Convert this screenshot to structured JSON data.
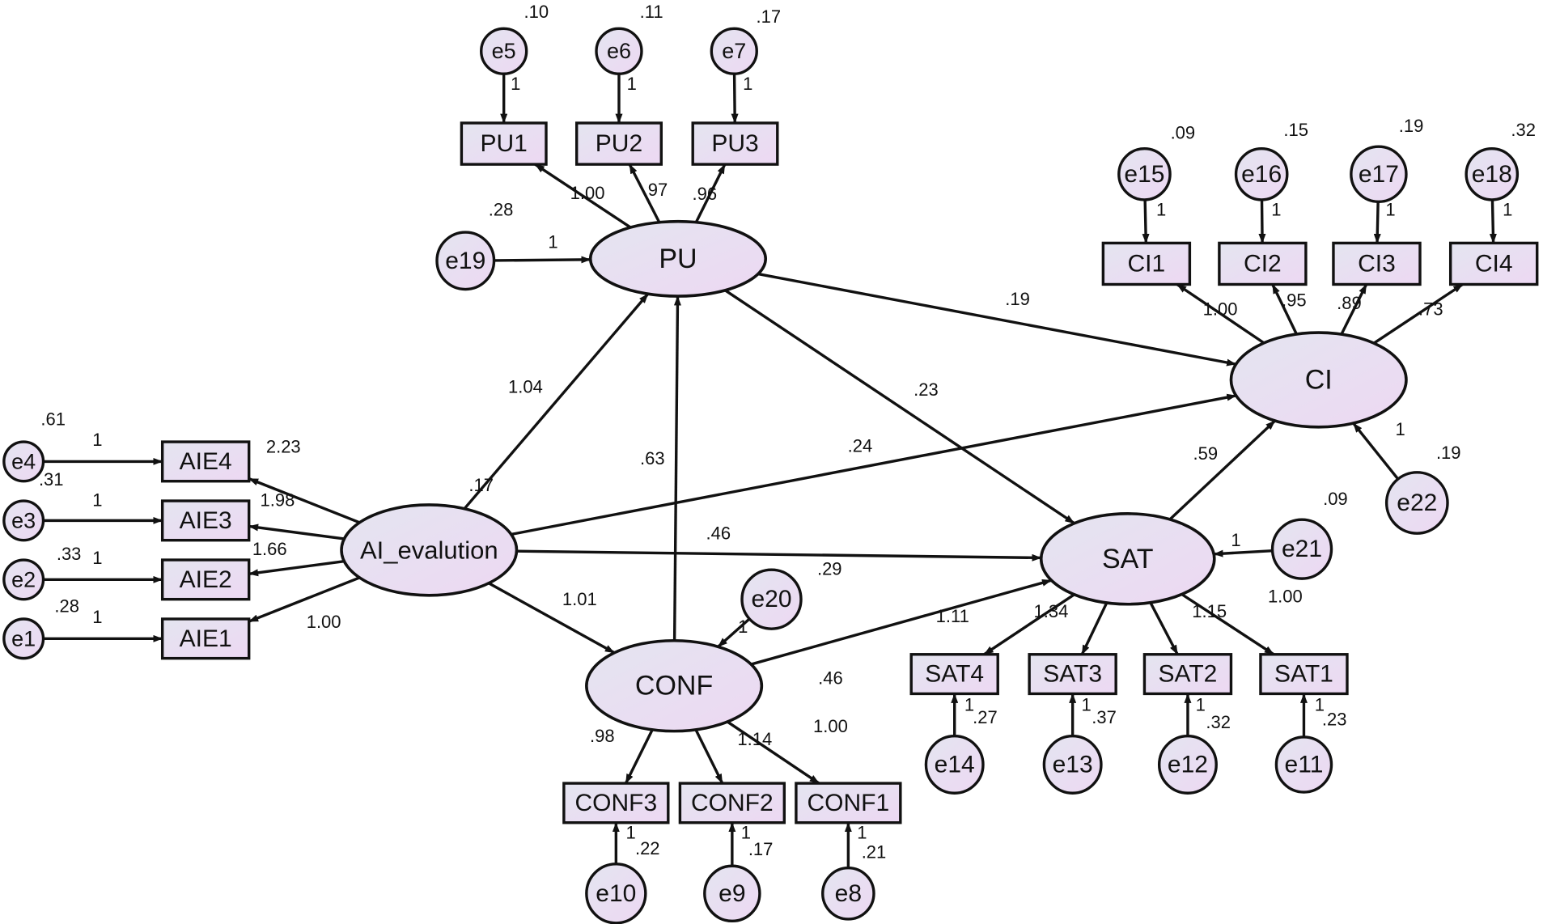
{
  "latent": [
    {
      "id": "PU",
      "label": "PU"
    },
    {
      "id": "CI",
      "label": "CI"
    },
    {
      "id": "AIE",
      "label": "AI_evalution"
    },
    {
      "id": "SAT",
      "label": "SAT"
    },
    {
      "id": "CONF",
      "label": "CONF"
    }
  ],
  "observed": [
    {
      "id": "PU1",
      "label": "PU1"
    },
    {
      "id": "PU2",
      "label": "PU2"
    },
    {
      "id": "PU3",
      "label": "PU3"
    },
    {
      "id": "CI1",
      "label": "CI1"
    },
    {
      "id": "CI2",
      "label": "CI2"
    },
    {
      "id": "CI3",
      "label": "CI3"
    },
    {
      "id": "CI4",
      "label": "CI4"
    },
    {
      "id": "AIE4",
      "label": "AIE4"
    },
    {
      "id": "AIE3",
      "label": "AIE3"
    },
    {
      "id": "AIE2",
      "label": "AIE2"
    },
    {
      "id": "AIE1",
      "label": "AIE1"
    },
    {
      "id": "SAT4",
      "label": "SAT4"
    },
    {
      "id": "SAT3",
      "label": "SAT3"
    },
    {
      "id": "SAT2",
      "label": "SAT2"
    },
    {
      "id": "SAT1",
      "label": "SAT1"
    },
    {
      "id": "CONF3",
      "label": "CONF3"
    },
    {
      "id": "CONF2",
      "label": "CONF2"
    },
    {
      "id": "CONF1",
      "label": "CONF1"
    }
  ],
  "errors": [
    {
      "id": "e5",
      "label": "e5",
      "variance": ".10"
    },
    {
      "id": "e6",
      "label": "e6",
      "variance": ".11"
    },
    {
      "id": "e7",
      "label": "e7",
      "variance": ".17"
    },
    {
      "id": "e15",
      "label": "e15",
      "variance": ".09"
    },
    {
      "id": "e16",
      "label": "e16",
      "variance": ".15"
    },
    {
      "id": "e17",
      "label": "e17",
      "variance": ".19"
    },
    {
      "id": "e18",
      "label": "e18",
      "variance": ".32"
    },
    {
      "id": "e19",
      "label": "e19",
      "variance": ".28"
    },
    {
      "id": "e4",
      "label": "e4",
      "variance": ".61"
    },
    {
      "id": "e3",
      "label": "e3",
      "variance": ".31"
    },
    {
      "id": "e2",
      "label": "e2",
      "variance": ".33"
    },
    {
      "id": "e1",
      "label": "e1",
      "variance": ".28"
    },
    {
      "id": "e22",
      "label": "e22",
      "variance": ".19"
    },
    {
      "id": "e21",
      "label": "e21",
      "variance": ".09"
    },
    {
      "id": "e20",
      "label": "e20",
      "variance": ".29"
    },
    {
      "id": "e14",
      "label": "e14",
      "variance": ".27"
    },
    {
      "id": "e13",
      "label": "e13",
      "variance": ".37"
    },
    {
      "id": "e12",
      "label": "e12",
      "variance": ".32"
    },
    {
      "id": "e11",
      "label": "e11",
      "variance": ".23"
    },
    {
      "id": "e10",
      "label": "e10",
      "variance": ".22"
    },
    {
      "id": "e9",
      "label": "e9",
      "variance": ".17"
    },
    {
      "id": "e8",
      "label": "e8",
      "variance": ".21"
    }
  ],
  "latent_variances": [
    {
      "id": "AIE",
      "value": ".17"
    }
  ],
  "loadings": [
    {
      "from": "PU",
      "to": "PU1",
      "value": "1.00"
    },
    {
      "from": "PU",
      "to": "PU2",
      "value": ".97"
    },
    {
      "from": "PU",
      "to": "PU3",
      "value": ".96"
    },
    {
      "from": "CI",
      "to": "CI1",
      "value": "1.00"
    },
    {
      "from": "CI",
      "to": "CI2",
      "value": ".95"
    },
    {
      "from": "CI",
      "to": "CI3",
      "value": ".89"
    },
    {
      "from": "CI",
      "to": "CI4",
      "value": ".73"
    },
    {
      "from": "AIE",
      "to": "AIE4",
      "value": "2.23"
    },
    {
      "from": "AIE",
      "to": "AIE3",
      "value": "1.98"
    },
    {
      "from": "AIE",
      "to": "AIE2",
      "value": "1.66"
    },
    {
      "from": "AIE",
      "to": "AIE1",
      "value": "1.00"
    },
    {
      "from": "SAT",
      "to": "SAT4",
      "value": "1.11"
    },
    {
      "from": "SAT",
      "to": "SAT3",
      "value": "1.34"
    },
    {
      "from": "SAT",
      "to": "SAT2",
      "value": "1.15"
    },
    {
      "from": "SAT",
      "to": "SAT1",
      "value": "1.00"
    },
    {
      "from": "CONF",
      "to": "CONF3",
      "value": ".98"
    },
    {
      "from": "CONF",
      "to": "CONF2",
      "value": "1.14"
    },
    {
      "from": "CONF",
      "to": "CONF1",
      "value": "1.00"
    }
  ],
  "structural": [
    {
      "from": "AIE",
      "to": "PU",
      "value": "1.04"
    },
    {
      "from": "AIE",
      "to": "CI",
      "value": ".24"
    },
    {
      "from": "AIE",
      "to": "SAT",
      "value": ".46"
    },
    {
      "from": "AIE",
      "to": "CONF",
      "value": "1.01"
    },
    {
      "from": "CONF",
      "to": "PU",
      "value": ".63"
    },
    {
      "from": "CONF",
      "to": "SAT",
      "value": ".46"
    },
    {
      "from": "PU",
      "to": "CI",
      "value": ".19"
    },
    {
      "from": "PU",
      "to": "SAT",
      "value": ".23"
    },
    {
      "from": "SAT",
      "to": "CI",
      "value": ".59"
    }
  ],
  "error_loading_label": "1"
}
